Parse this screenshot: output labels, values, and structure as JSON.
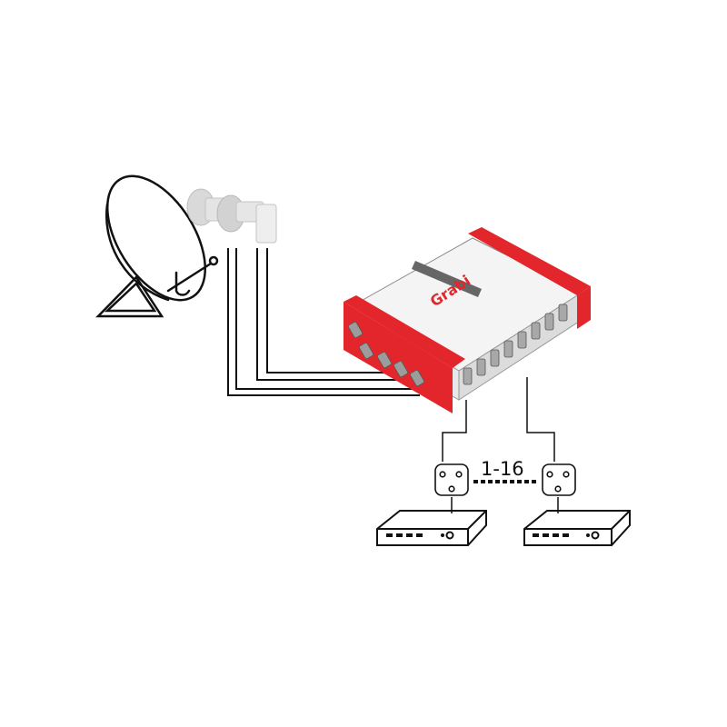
{
  "diagram": {
    "title": "",
    "type": "satellite multiswitch distribution",
    "components": {
      "dish": {
        "label": "satellite-dish"
      },
      "lnbs": {
        "label": "quad LNB",
        "count": 2
      },
      "multiswitch": {
        "brand": "Grabi",
        "body_color": "#f4f4f4",
        "bracket_color": "#e3262b",
        "inputs": 5,
        "outputs": 16
      },
      "wall_sockets": {
        "count": 2
      },
      "receivers": {
        "count": 2
      }
    },
    "range_label": "1-16",
    "colors": {
      "line": "#111111",
      "accent": "#e3262b",
      "background": "#ffffff"
    }
  }
}
